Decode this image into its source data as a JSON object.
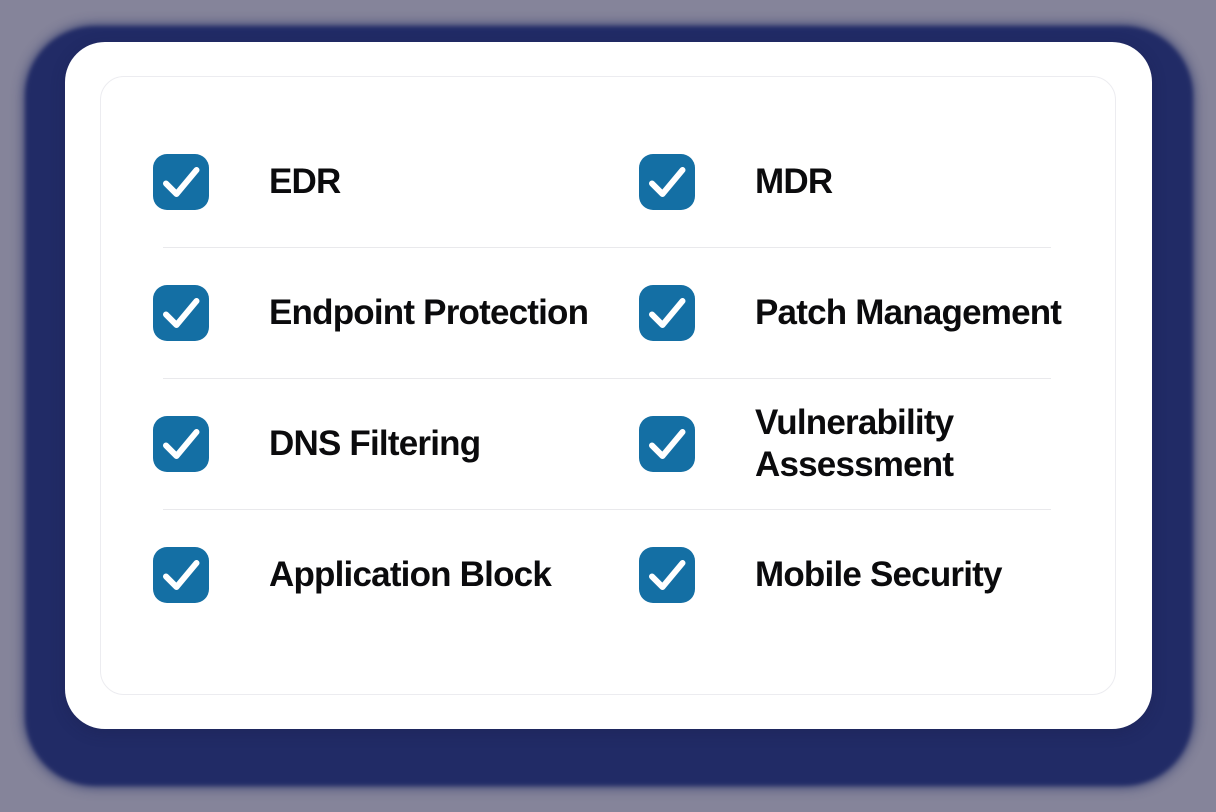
{
  "theme": {
    "page_bg": "#85849a",
    "backdrop_color": "#212b66",
    "card_bg": "#ffffff",
    "panel_border": "#ececf0",
    "divider_color": "#e9e9ec",
    "checkbox_color": "#146fa4",
    "checkmark_color": "#ffffff",
    "label_color": "#0b0b0d"
  },
  "checklist": {
    "rows": [
      {
        "left": {
          "label": "EDR",
          "checked": true
        },
        "right": {
          "label": "MDR",
          "checked": true
        }
      },
      {
        "left": {
          "label": "Endpoint Protection",
          "checked": true
        },
        "right": {
          "label": "Patch Management",
          "checked": true
        }
      },
      {
        "left": {
          "label": "DNS Filtering",
          "checked": true
        },
        "right": {
          "label": "Vulnerability Assessment",
          "checked": true
        }
      },
      {
        "left": {
          "label": "Application Block",
          "checked": true
        },
        "right": {
          "label": "Mobile Security",
          "checked": true
        }
      }
    ]
  }
}
